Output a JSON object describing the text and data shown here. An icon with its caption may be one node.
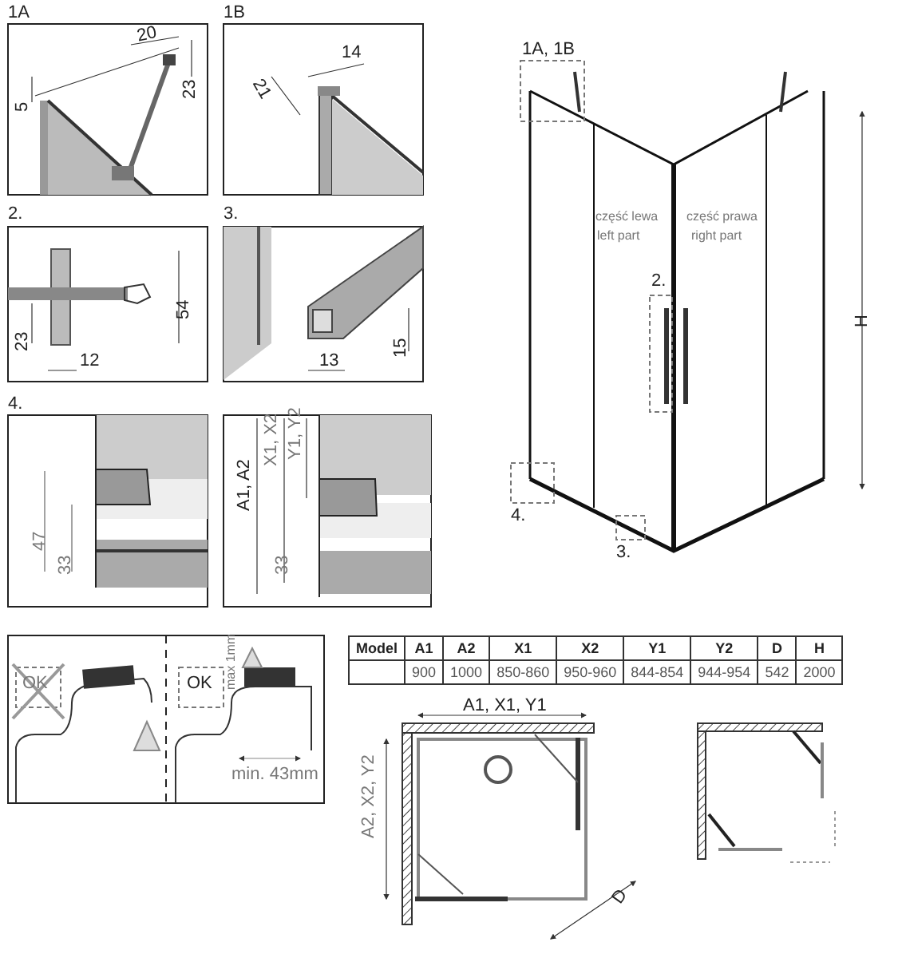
{
  "diagram": {
    "labels": [
      "1A",
      "20",
      "5",
      "23",
      "1B",
      "14",
      "21",
      "2.",
      "54",
      "23",
      "12",
      "3.",
      "15",
      "13",
      "4.",
      "47",
      "33",
      "A1, A2",
      "X1, X2",
      "Y1, Y2",
      "33",
      "1A, 1B",
      "część lewa",
      "left part",
      "część prawa",
      "right part",
      "2.",
      "H",
      "4.",
      "3.",
      "OK",
      "OK",
      "max 1mm",
      "min. 43mm",
      "Model",
      "A1",
      "A2",
      "X1",
      "X2",
      "Y1",
      "Y2",
      "D",
      "H",
      "900",
      "1000",
      "850-860",
      "950-960",
      "844-854",
      "944-954",
      "542",
      "2000",
      "A1, X1, Y1",
      "A2, X2, Y2",
      "D"
    ]
  }
}
